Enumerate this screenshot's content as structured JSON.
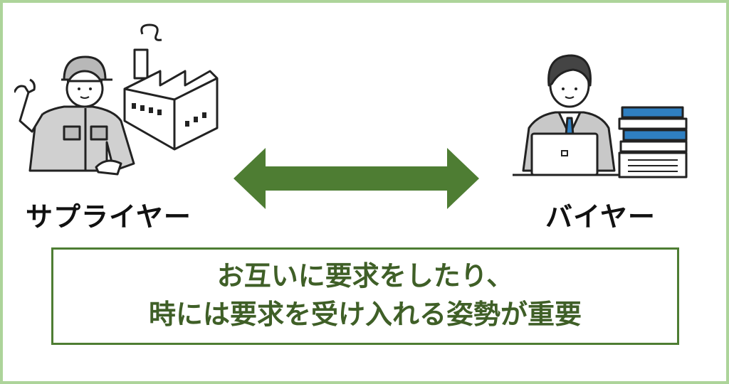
{
  "supplier": {
    "label": "サプライヤー",
    "icons": [
      "worker-icon",
      "factory-icon"
    ]
  },
  "buyer": {
    "label": "バイヤー",
    "icons": [
      "businessman-laptop-icon",
      "documents-stack-icon"
    ]
  },
  "message": {
    "line1": "お互いに要求をしたり、",
    "line2": "時には要求を受け入れる姿勢が重要"
  },
  "colors": {
    "frame": "#add49a",
    "arrow": "#4e7d33",
    "text": "#3f5f27",
    "accent_blue": "#2f7fc1"
  }
}
